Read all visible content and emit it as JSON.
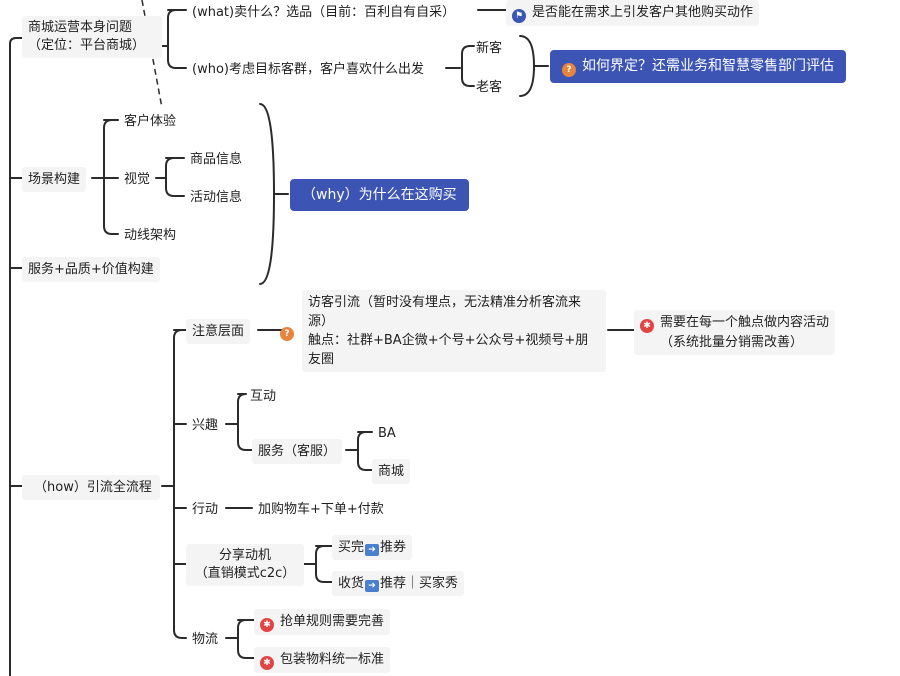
{
  "nodes": {
    "mall_issue": "商城运营本身问题",
    "mall_issue_sub": "（定位：平台商城）",
    "what": "(what)卖什么？选品（目前：百利自有自采）",
    "what_note": "是否能在需求上引发客户其他购买动作",
    "who": "(who)考虑目标客群，客户喜欢什么出发",
    "new_customer": "新客",
    "old_customer": "老客",
    "who_note": "如何界定？还需业务和智慧零售部门评估",
    "scene": "场景构建",
    "experience": "客户体验",
    "visual": "视觉",
    "product_info": "商品信息",
    "activity_info": "活动信息",
    "flow_arch": "动线架构",
    "service_quality": "服务+品质+价值构建",
    "why_note": "（why）为什么在这购买",
    "how": "（how）引流全流程",
    "attention": "注意层面",
    "visitor_line1": "访客引流（暂时没有埋点，无法精准分析客流来源）",
    "visitor_line2": "触点：社群+BA企微+个号+公众号+视频号+朋友圈",
    "touchpoint_note_line1": "需要在每一个触点做内容活动",
    "touchpoint_note_line2": "（系统批量分销需改善）",
    "interest": "兴趣",
    "interact": "互动",
    "service": "服务（客服）",
    "ba": "BA",
    "mall": "商城",
    "action": "行动",
    "action_detail": "加购物车+下单+付款",
    "share_line1": "分享动机",
    "share_line2": "（直销模式c2c）",
    "share_buy_pre": "买完",
    "share_buy_post": "推券",
    "share_receive_pre": "收货",
    "share_receive_post": "推荐｜买家秀",
    "logistics": "物流",
    "grab_rule": "抢单规则需要完善",
    "packaging": "包装物料统一标准"
  },
  "icons": {
    "question": "question-icon",
    "star": "star-icon",
    "flag": "flag-icon",
    "arrow": "arrow-right-icon"
  },
  "colors": {
    "line": "#2b2b2b",
    "tag_bg": "#3c54b3",
    "question": "#e8843f",
    "star": "#e24444",
    "node_bg": "#f4f4f4"
  }
}
